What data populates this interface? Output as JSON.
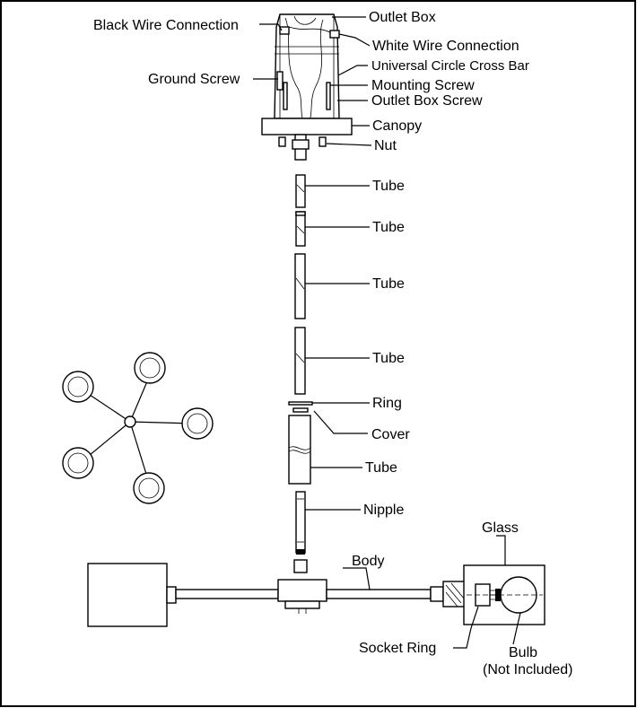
{
  "diagram": {
    "labels": {
      "black_wire_connection": "Black Wire Connection",
      "outlet_box": "Outlet Box",
      "white_wire_connection": "White Wire Connection",
      "universal_circle_cross_bar": "Universal Circle Cross Bar",
      "ground_screw": "Ground Screw",
      "mounting_screw": "Mounting Screw",
      "outlet_box_screw": "Outlet Box Screw",
      "canopy": "Canopy",
      "nut": "Nut",
      "tube_1": "Tube",
      "tube_2": "Tube",
      "tube_3": "Tube",
      "tube_4": "Tube",
      "ring": "Ring",
      "cover": "Cover",
      "tube_5": "Tube",
      "nipple": "Nipple",
      "glass": "Glass",
      "body": "Body",
      "socket_ring": "Socket Ring",
      "bulb_line1": "Bulb",
      "bulb_line2": "(Not Included)"
    }
  }
}
